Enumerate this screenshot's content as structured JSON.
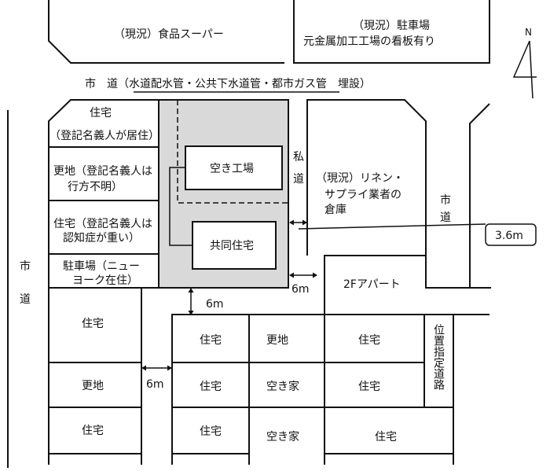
{
  "labels": {
    "supermarket": "（現況）食品スーパー",
    "parking_current": "（現況）駐車場",
    "parking_sign": "元金属加工工場の看板有り",
    "north": "N",
    "road_north": "市　道（水道配水管・公共下水道管・都市ガス管　埋設）",
    "road_west_1": "市",
    "road_west_2": "道",
    "road_east_1": "市",
    "road_east_2": "道",
    "private_road_1": "私",
    "private_road_2": "道",
    "house_owner_1": "住宅",
    "house_owner_2": "（登記名義人が居住）",
    "vacant_missing_1": "更地（登記名義人は",
    "vacant_missing_2": "行方不明）",
    "house_dementia_1": "住宅（登記名義人は",
    "house_dementia_2": "認知症が重い）",
    "parking_ny_1": "駐車場（ニュー",
    "parking_ny_2": "ヨーク在住）",
    "empty_factory": "空き工場",
    "shared_housing": "共同住宅",
    "linen_1": "（現況）リネン・",
    "linen_2": "サプライ業者の",
    "linen_3": "倉庫",
    "callout": "3.6m",
    "dim_6m_south": "6m",
    "dim_6m_east": "6m",
    "dim_6m_west": "6m",
    "apartment": "2Fアパート",
    "designated_road": "位置指定道路",
    "house": "住宅",
    "vacant": "更地",
    "vacant_house": "空き家"
  }
}
